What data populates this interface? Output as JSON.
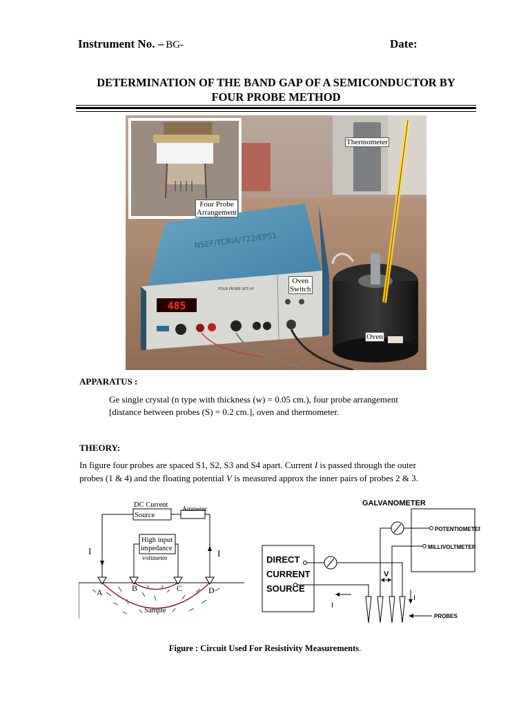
{
  "header": {
    "instrument_label": "Instrument No. –",
    "instrument_value": "BG-",
    "date_label": "Date:"
  },
  "title": {
    "line1": "DETERMINATION OF THE BAND GAP OF A SEMICONDUCTOR BY",
    "line2": "FOUR PROBE METHOD"
  },
  "photo": {
    "labels": {
      "thermometer": "Thermometer",
      "four_probe_1": "Four Probe",
      "four_probe_2": "Arrangement",
      "oven_switch_1": "Oven",
      "oven_switch_2": "Switch",
      "oven": "Oven"
    },
    "display_value": "485",
    "panel_title": "FOUR PROBE SET-UP",
    "case_writing": "NSEF/TCRIA/722/EP51"
  },
  "apparatus": {
    "heading": "APPARATUS :",
    "line1": "Ge single crystal (n type with thickness (w) = 0.05 cm.), four probe arrangement",
    "line2": "[distance between probes (S) = 0.2 cm.], oven and thermometer."
  },
  "theory": {
    "heading": "THEORY:",
    "l1a": "In figure four probes are spaced S1, S2, S3 and S4 apart. Current ",
    "l1i": "I",
    "l1b": " is passed through the outer",
    "l2a": "probes (1 & 4) and the floating potential ",
    "l2v": "V",
    "l2b": " is measured approx the inner pairs of probes 2 & 3."
  },
  "figure_left": {
    "dc_1": "DC Current",
    "dc_2": "Source",
    "ammeter": "Ammeter",
    "hi_1": "High input",
    "hi_2": "impedance",
    "hi_3": "voltmeter",
    "current_left": "I",
    "current_right": "I",
    "probe_a": "A",
    "probe_b": "B",
    "probe_c": "C",
    "probe_d": "D",
    "sample": "Sample"
  },
  "figure_right": {
    "galvanometer": "GALVANOMETER",
    "potentiometer": "POTENTIOMETER",
    "millivoltmeter": "MILLIVOLTMETER",
    "dc_1": "DIRECT",
    "dc_2": "CURRENT",
    "dc_3": "SOURCE",
    "voltage": "V",
    "current_1": "I",
    "current_2": "I",
    "probes": "PROBES"
  },
  "caption": {
    "text": "Figure : Circuit Used For Resistivity Measurements",
    "period": "."
  }
}
